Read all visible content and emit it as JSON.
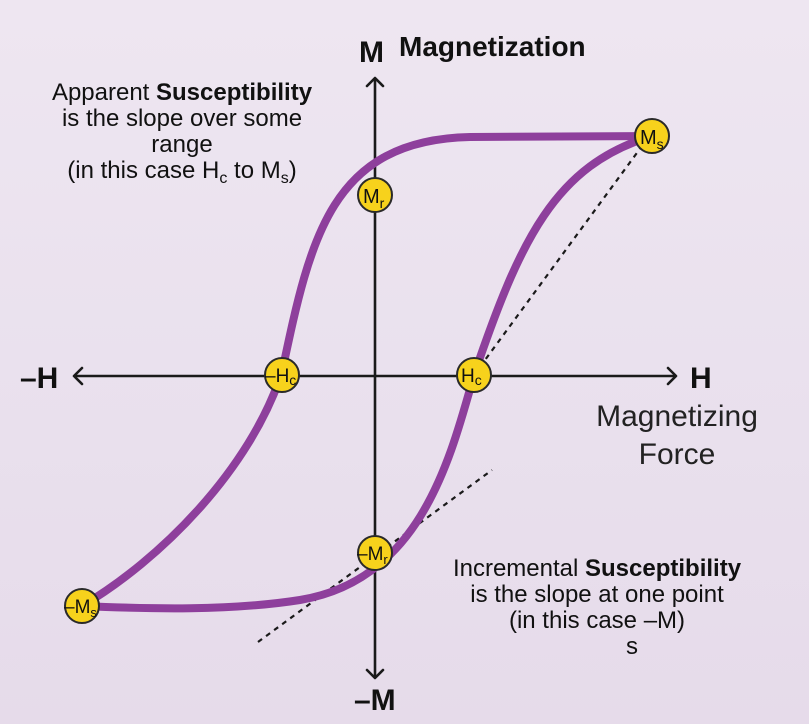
{
  "axes": {
    "y_top_label": "M",
    "y_title": "Magnetization",
    "y_bottom_label": "–M",
    "x_left_label": "–H",
    "x_right_label": "H",
    "x_title_line1": "Magnetizing",
    "x_title_line2": "Force"
  },
  "points": {
    "ms": {
      "main": "M",
      "sub": "s"
    },
    "mr": {
      "main": "M",
      "sub": "r"
    },
    "hc": {
      "main": "H",
      "sub": "c"
    },
    "neg_hc": {
      "main": "–H",
      "sub": "c"
    },
    "neg_mr": {
      "main": "–M",
      "sub": "r"
    },
    "neg_ms": {
      "main": "–M",
      "sub": "s"
    }
  },
  "apparent_callout": {
    "line1_a": "Apparent ",
    "line1_b": "Susceptibility",
    "line2": "is the slope over some",
    "line3": "range",
    "line4_a": "(in this case H",
    "line4_sub1": "c",
    "line4_b": " to M",
    "line4_sub2": "s",
    "line4_c": ")"
  },
  "incremental_callout": {
    "line1_a": "Incremental ",
    "line1_b": "Susceptibility",
    "line2": "is the slope at one point",
    "line3_a": "(in this case –M",
    "line3_c": ")",
    "line4": "s"
  },
  "colors": {
    "loop": "#8e3f9c",
    "marker_fill": "#f7d21c",
    "marker_stroke": "#2a2a2a",
    "axis": "#1a1a1a",
    "background": "#eae2ee"
  }
}
